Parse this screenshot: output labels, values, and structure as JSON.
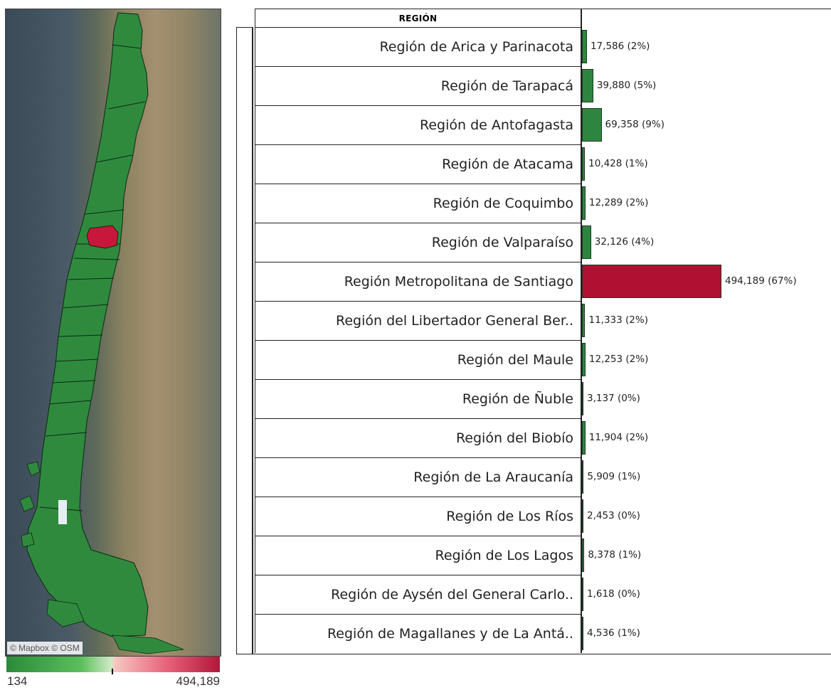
{
  "chart_data": {
    "type": "bar",
    "orientation": "horizontal",
    "column_header": "REGIÓN",
    "categories": [
      "Región de Arica y Parinacota",
      "Región de Tarapacá",
      "Región de Antofagasta",
      "Región de Atacama",
      "Región de Coquimbo",
      "Región de Valparaíso",
      "Región Metropolitana de Santiago",
      "Región del Libertador General Ber..",
      "Región del Maule",
      "Región de Ñuble",
      "Región del Biobío",
      "Región de La Araucanía",
      "Región de Los Ríos",
      "Región de Los Lagos",
      "Región de Aysén del General Carlo..",
      "Región de Magallanes y de La Antá.."
    ],
    "values": [
      17586,
      39880,
      69358,
      10428,
      12289,
      32126,
      494189,
      11333,
      12253,
      3137,
      11904,
      5909,
      2453,
      8378,
      1618,
      4536
    ],
    "value_labels": [
      "17,586 (2%)",
      "39,880 (5%)",
      "69,358 (9%)",
      "10,428 (1%)",
      "12,289 (2%)",
      "32,126 (4%)",
      "494,189 (67%)",
      "11,333 (2%)",
      "12,253 (2%)",
      "3,137 (0%)",
      "11,904 (2%)",
      "5,909 (1%)",
      "2,453 (0%)",
      "8,378 (1%)",
      "1,618 (0%)",
      "4,536 (1%)"
    ],
    "xlim": [
      0,
      494189
    ],
    "highlight_index": 6,
    "colors": {
      "default": "#2e8540",
      "highlight": "#b01133"
    }
  },
  "map": {
    "attribution": "© Mapbox  © OSM",
    "highlight_color": "#c8173a",
    "region_color": "#2f8a3e",
    "legend": {
      "min_label": "134",
      "max_label": "494,189"
    }
  }
}
